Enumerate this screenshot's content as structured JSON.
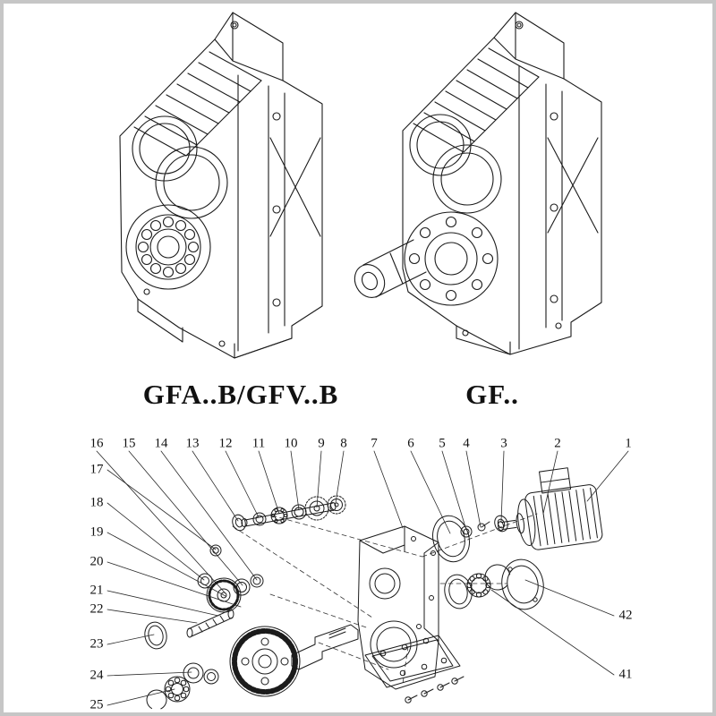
{
  "colors": {
    "background": "#ffffff",
    "line": "#1b1b1b",
    "border": "#c6c6c6"
  },
  "models": {
    "left": {
      "label": "GFA..B/GFV..B"
    },
    "right": {
      "label": "GF.."
    }
  },
  "exploded": {
    "top_callouts": [
      "16",
      "15",
      "14",
      "13",
      "12",
      "11",
      "10",
      "9",
      "8",
      "7",
      "6",
      "5",
      "4",
      "3",
      "2",
      "1"
    ],
    "left_callouts": [
      "17",
      "18",
      "19",
      "20",
      "21",
      "22",
      "23",
      "24",
      "25"
    ],
    "right_callouts": [
      "42",
      "41"
    ]
  }
}
